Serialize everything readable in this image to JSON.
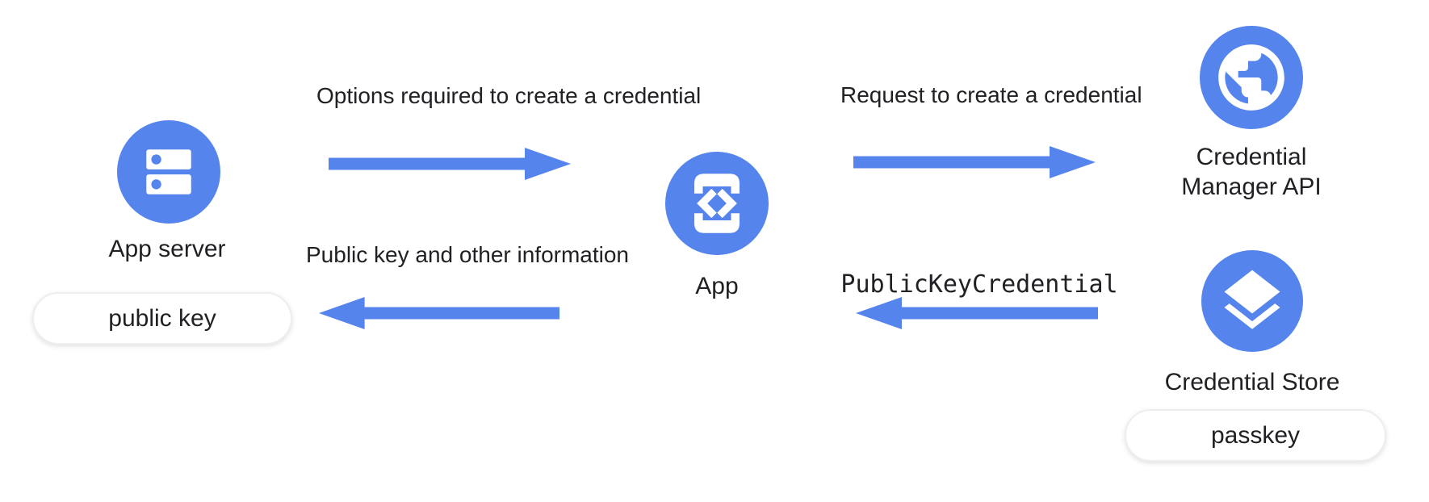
{
  "diagram": {
    "background_color": "#ffffff",
    "accent_color": "#5585EC",
    "text_color": "#202124",
    "nodes": {
      "app_server": {
        "label": "App server",
        "icon": "server-icon",
        "artifact_label": "public key"
      },
      "app": {
        "label": "App",
        "icon": "app-dev-icon"
      },
      "credential_manager_api": {
        "label_line1": "Credential",
        "label_line2": "Manager API",
        "icon": "globe-icon"
      },
      "credential_store": {
        "label": "Credential Store",
        "icon": "layers-icon",
        "artifact_label": "passkey"
      }
    },
    "flows": {
      "options_to_create": {
        "line1": "Options required to",
        "line2": "create a credential",
        "direction": "right"
      },
      "request_to_create": {
        "line1": "Request to create",
        "line2": "a credential",
        "direction": "right"
      },
      "public_key_credential": {
        "label": "PublicKeyCredential",
        "direction": "left"
      },
      "public_key_and_info": {
        "line1": "Public key and",
        "line2": "other information",
        "direction": "left"
      }
    }
  }
}
